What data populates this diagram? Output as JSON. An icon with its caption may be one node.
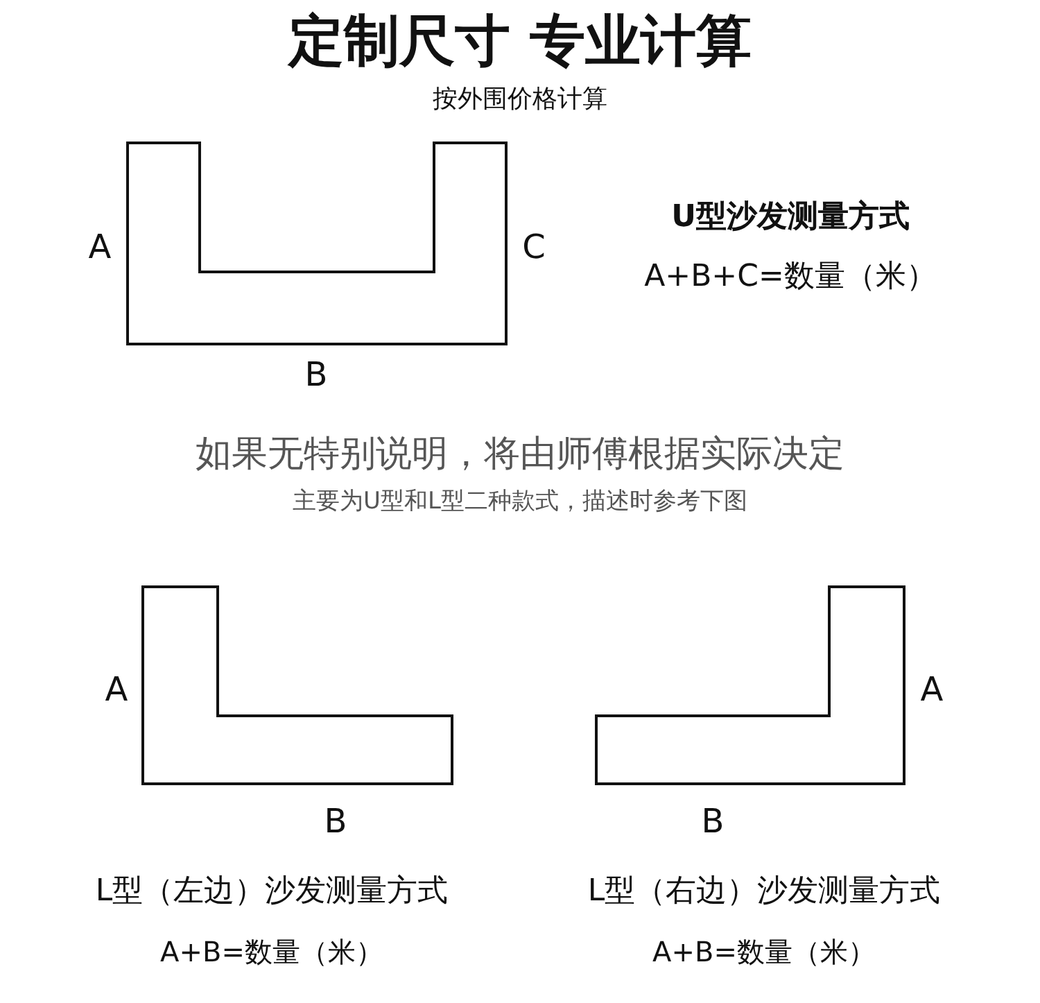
{
  "diagram": {
    "title": "定制尺寸 专业计算",
    "labels": [
      "按外围价格计算",
      "A",
      "C",
      "U型沙发测量方式",
      "A+B+C=数量（米）",
      "B",
      "如果无特别说明，将由师傅根据实际决定",
      "主要为U型和L型二种款式，描述时参考下图",
      "A",
      "A",
      "B",
      "B",
      "L型（左边）沙发测量方式",
      "L型（右边）沙发测量方式",
      "A+B=数量（米）",
      "A+B=数量（米）"
    ]
  }
}
